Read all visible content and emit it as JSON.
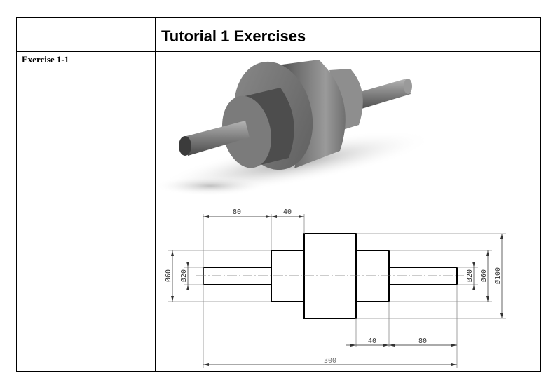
{
  "header": {
    "title": "Tutorial 1 Exercises"
  },
  "exercise": {
    "label": "Exercise 1-1"
  },
  "drawing": {
    "dims": {
      "d80_top": "80",
      "d40_top": "40",
      "d40_bottom": "40",
      "d80_bottom": "80",
      "d300": "300",
      "dia60_left": "Ø60",
      "dia20_left": "Ø20",
      "dia20_right": "Ø20",
      "dia60_right": "Ø60",
      "dia100_right": "Ø100"
    }
  },
  "colors": {
    "border": "#000000",
    "dim_line": "#777777",
    "part_line": "#000000"
  }
}
